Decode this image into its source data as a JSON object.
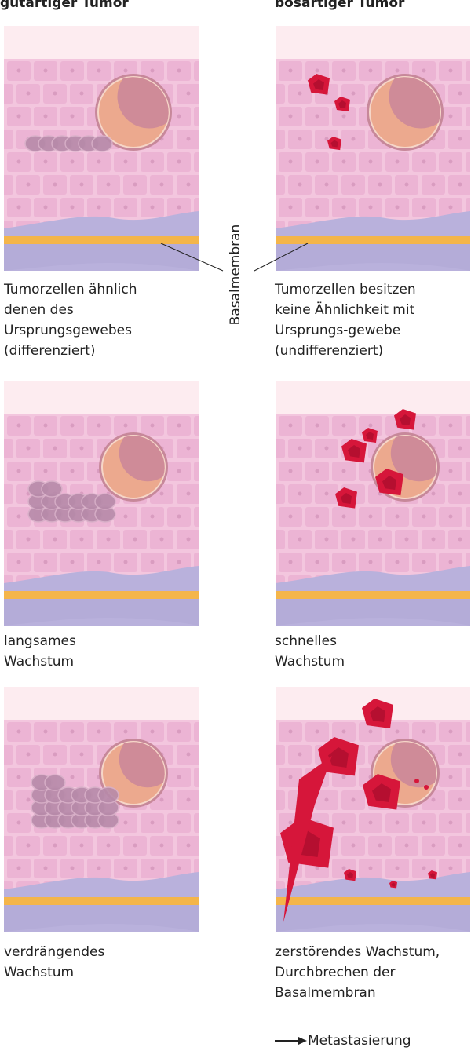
{
  "headers": {
    "benign": "gutartiger Tumor",
    "malignant": "bösartiger Tumor"
  },
  "basement_membrane_label": "Basalmembran",
  "rows": [
    {
      "benign_caption": "Tumorzellen ähnlich\ndenen des\nUrsprungsgewebes\n(differenziert)",
      "malignant_caption": "Tumorzellen besitzen\nkeine Ähnlichkeit mit\nUrsprungs-gewebe\n(undifferenziert)"
    },
    {
      "benign_caption": "langsames\nWachstum",
      "malignant_caption": "schnelles\nWachstum"
    },
    {
      "benign_caption": "verdrängendes\nWachstum",
      "malignant_caption": "zerstörendes Wachstum,\nDurchbrechen der\nBasalmembran"
    }
  ],
  "metastasis_label": "Metastasierung",
  "colors": {
    "tissue": "#f3c6de",
    "cell": "#ecb4d4",
    "basement": "#b9b1dc",
    "membrane_line": "#f4b54a",
    "benign_cells": "#b78aa9",
    "malignant_cells": "#d6163a"
  }
}
